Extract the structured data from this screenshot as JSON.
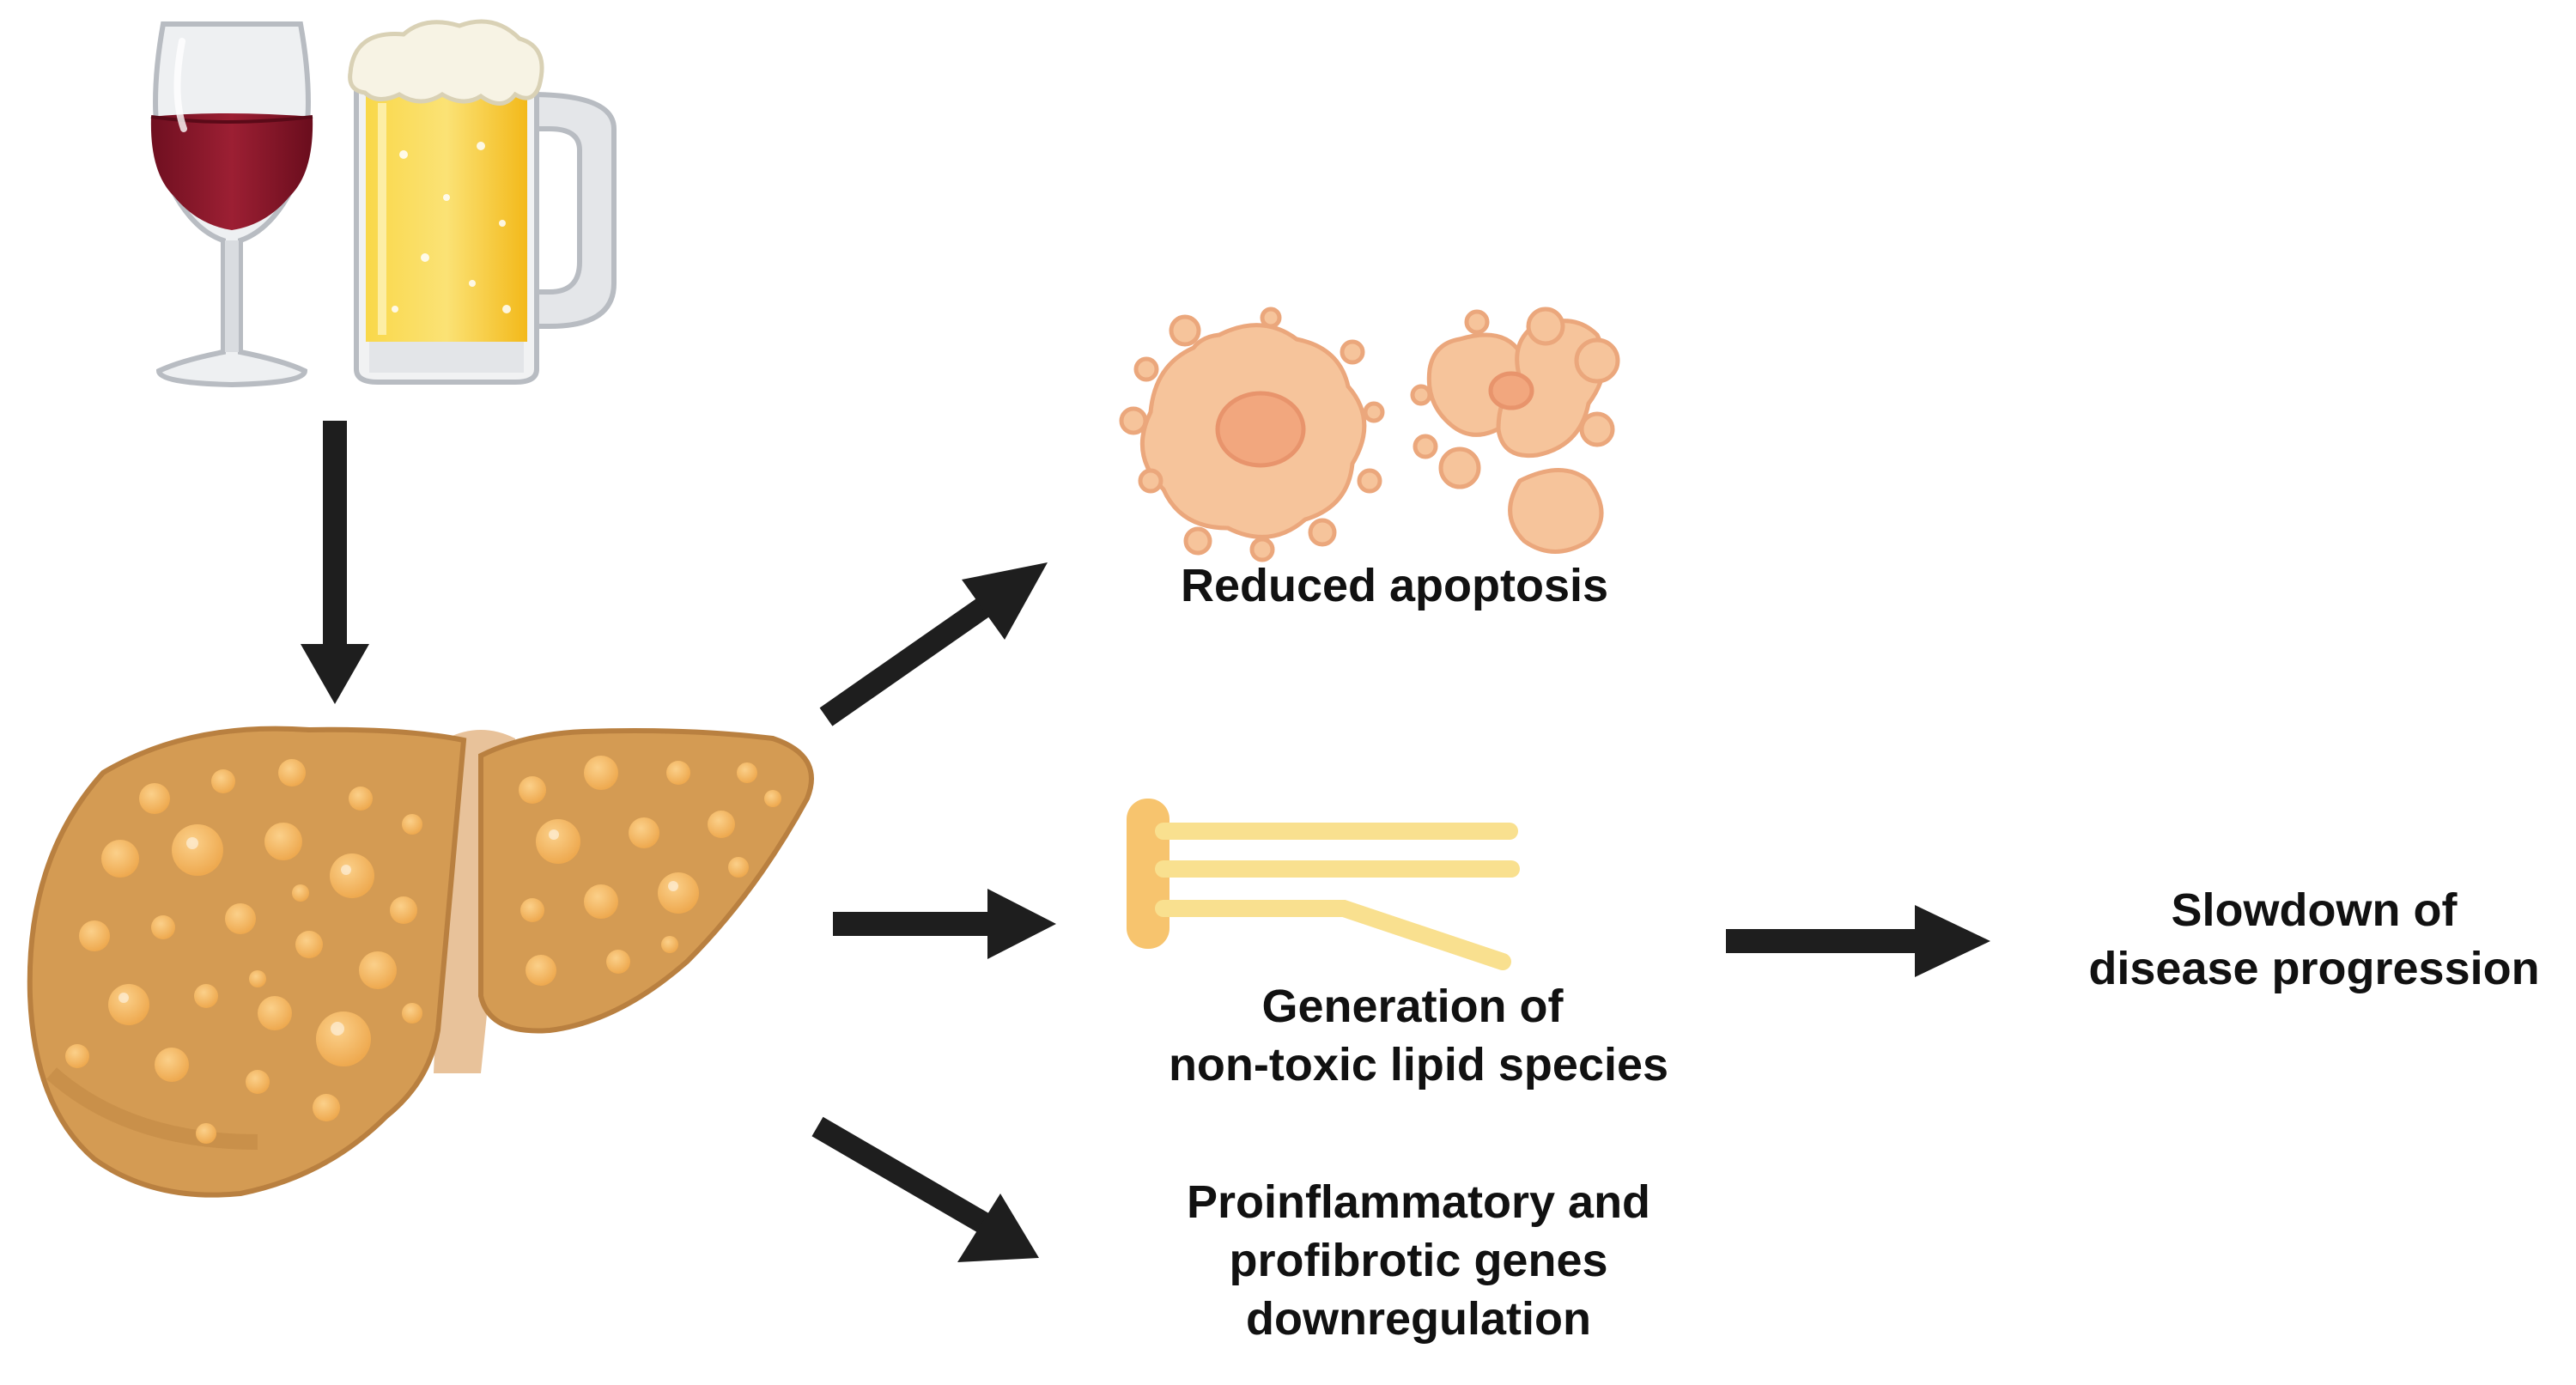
{
  "labels": {
    "reduced_apoptosis": "Reduced apoptosis",
    "lipid_line1": "Generation of",
    "lipid_line2": "non-toxic lipid species",
    "genes_line1": "Proinflammatory and",
    "genes_line2": "profibrotic genes",
    "genes_line3": "downregulation",
    "outcome_line1": "Slowdown of",
    "outcome_line2": "disease progression"
  },
  "icons": {
    "drinks": [
      "wine-glass-icon",
      "beer-mug-icon"
    ],
    "organ": "fatty-liver-icon",
    "cells": "apoptotic-cells-icon",
    "lipid": "lipid-molecule-icon"
  },
  "colors": {
    "arrow": "#1e1e1e",
    "liver": "#d49b53",
    "liver_dark": "#b98040",
    "fat_droplet": "#f0b35e",
    "wine": "#8a1a2b",
    "beer": "#f7c21d",
    "cell": "#f6c49b",
    "lipid_head": "#f7c46e",
    "lipid_tail": "#f9e08f"
  }
}
